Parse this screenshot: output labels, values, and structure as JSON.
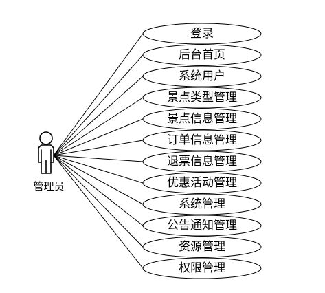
{
  "actor": {
    "name": "管理员",
    "icon": "actor-icon"
  },
  "use_cases": [
    {
      "label": "登录"
    },
    {
      "label": "后台首页"
    },
    {
      "label": "系统用户"
    },
    {
      "label": "景点类型管理"
    },
    {
      "label": "景点信息管理"
    },
    {
      "label": "订单信息管理"
    },
    {
      "label": "退票信息管理"
    },
    {
      "label": "优惠活动管理"
    },
    {
      "label": "系统管理"
    },
    {
      "label": "公告通知管理"
    },
    {
      "label": "资源管理"
    },
    {
      "label": "权限管理"
    }
  ],
  "colors": {
    "line": "#000000",
    "background": "#ffffff"
  }
}
